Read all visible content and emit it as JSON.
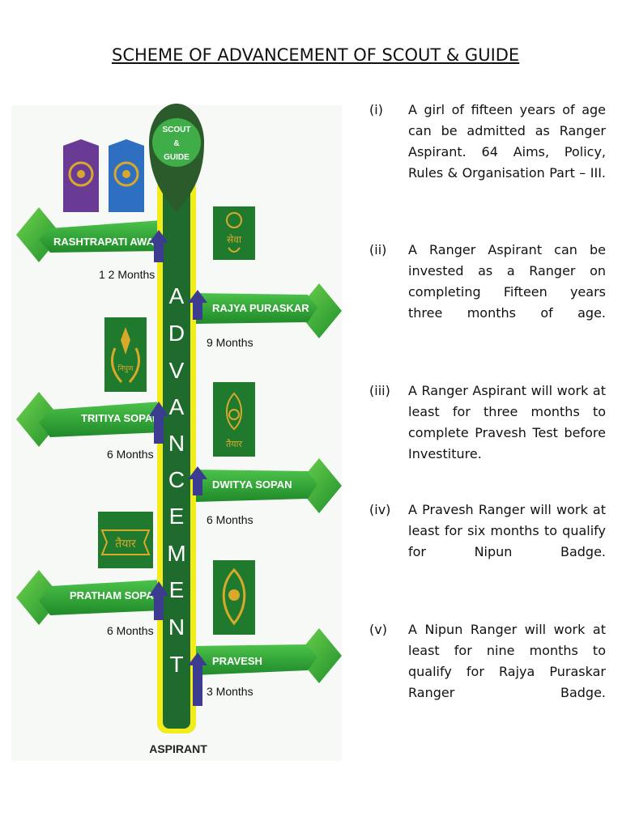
{
  "title": "SCHEME OF ADVANCEMENT OF SCOUT & GUIDE",
  "diagram": {
    "pin_line1": "SCOUT",
    "pin_line2": "&",
    "pin_line3": "GUIDE",
    "column_letters": [
      "A",
      "D",
      "V",
      "A",
      "N",
      "C",
      "E",
      "M",
      "E",
      "N",
      "T"
    ],
    "base_label": "ASPIRANT",
    "steps": [
      {
        "name": "RASHTRAPATI AWARD",
        "duration": "1 2 Months"
      },
      {
        "name": "RAJYA PURASKAR",
        "duration": "9 Months"
      },
      {
        "name": "TRITIYA SOPAN",
        "duration": "6 Months"
      },
      {
        "name": "DWITYA SOPAN",
        "duration": "6 Months"
      },
      {
        "name": "PRATHAM SOPAN",
        "duration": "6 Months"
      },
      {
        "name": "PRAVESH",
        "duration": "3 Months"
      }
    ],
    "badge_texts": [
      "सेवा",
      "निपुण",
      "तैयार",
      "तैयार"
    ],
    "colors": {
      "dark_green": "#1f6b2e",
      "bright_green": "#39b54a",
      "yellow_border": "#f2ec1a",
      "arrow_navy": "#3b3b8f",
      "badge_gold": "#d8a92a"
    }
  },
  "items": [
    {
      "num": "(i)",
      "text": "A girl of fifteen years of age can be admitted as Ranger Aspirant. 64 Aims, Policy, Rules & Organisation Part – III."
    },
    {
      "num": "(ii)",
      "text": " A Ranger Aspirant can be invested as a Ranger on completing Fifteen years three months of age."
    },
    {
      "num": "(iii)",
      "text": "A Ranger Aspirant will work at least for three months to complete Pravesh Test before Investiture."
    },
    {
      "num": "(iv)",
      "text": " A Pravesh Ranger will work at least for six months to qualify for Nipun Badge."
    },
    {
      "num": "(v)",
      "text": "A Nipun Ranger will work at least for nine months to qualify for Rajya Puraskar Ranger Badge."
    }
  ]
}
